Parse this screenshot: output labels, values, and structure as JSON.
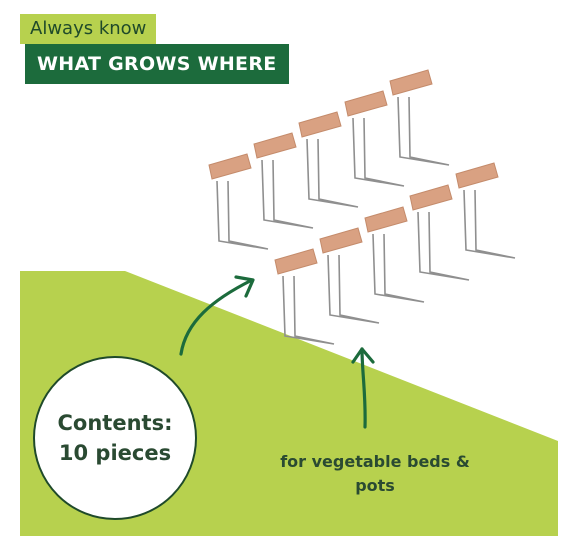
{
  "header": {
    "subtitle": "Always know",
    "title": "WHAT GROWS WHERE"
  },
  "contents": {
    "line1": "Contents:",
    "line2": "10 pieces"
  },
  "usage": {
    "text": "for vegetable beds & pots"
  },
  "colors": {
    "lime": "#b7d14e",
    "dark_green": "#1c6b3c",
    "text_green": "#2a4a32",
    "label_tan": "#d9a182",
    "wire": "#8f8f8f"
  },
  "icons": [
    "plant-label-stake",
    "curved-arrow-icon"
  ]
}
